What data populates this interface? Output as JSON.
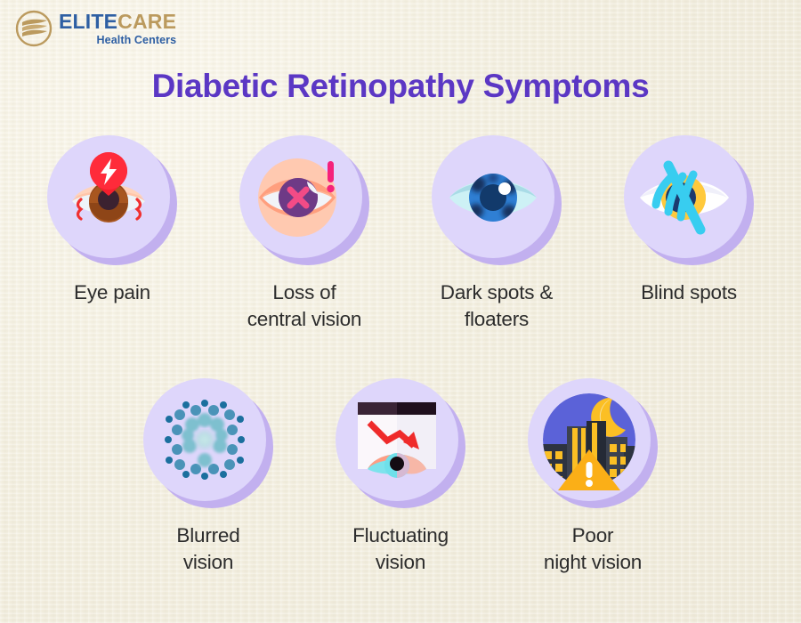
{
  "logo": {
    "mark_icon": "elitecare-leaf-circle-logo",
    "name_part1": "ELITE",
    "name_part2": "CARE",
    "tagline": "Health Centers",
    "color_blue": "#2e5fa3",
    "color_gold": "#bb9a5e"
  },
  "title": "Diabetic Retinopathy Symptoms",
  "theme": {
    "background": "#f4f0e2",
    "title_color": "#5b37c4",
    "bubble_color": "#ded6fb",
    "bubble_shadow_color": "#c2b0ef",
    "caption_color": "#2c2c2c"
  },
  "symptoms": [
    {
      "id": "eye-pain",
      "icon": "eye-pain-icon",
      "label": "Eye pain"
    },
    {
      "id": "loss-of-central-vision",
      "icon": "loss-of-central-vision-icon",
      "label": "Loss of\ncentral vision"
    },
    {
      "id": "dark-spots-floaters",
      "icon": "dark-spots-floaters-icon",
      "label": "Dark spots &\nfloaters"
    },
    {
      "id": "blind-spots",
      "icon": "blind-spots-icon",
      "label": "Blind spots"
    },
    {
      "id": "blurred-vision",
      "icon": "blurred-vision-icon",
      "label": "Blurred\nvision"
    },
    {
      "id": "fluctuating-vision",
      "icon": "fluctuating-vision-icon",
      "label": "Fluctuating\nvision"
    },
    {
      "id": "poor-night-vision",
      "icon": "poor-night-vision-icon",
      "label": "Poor\nnight vision"
    }
  ]
}
